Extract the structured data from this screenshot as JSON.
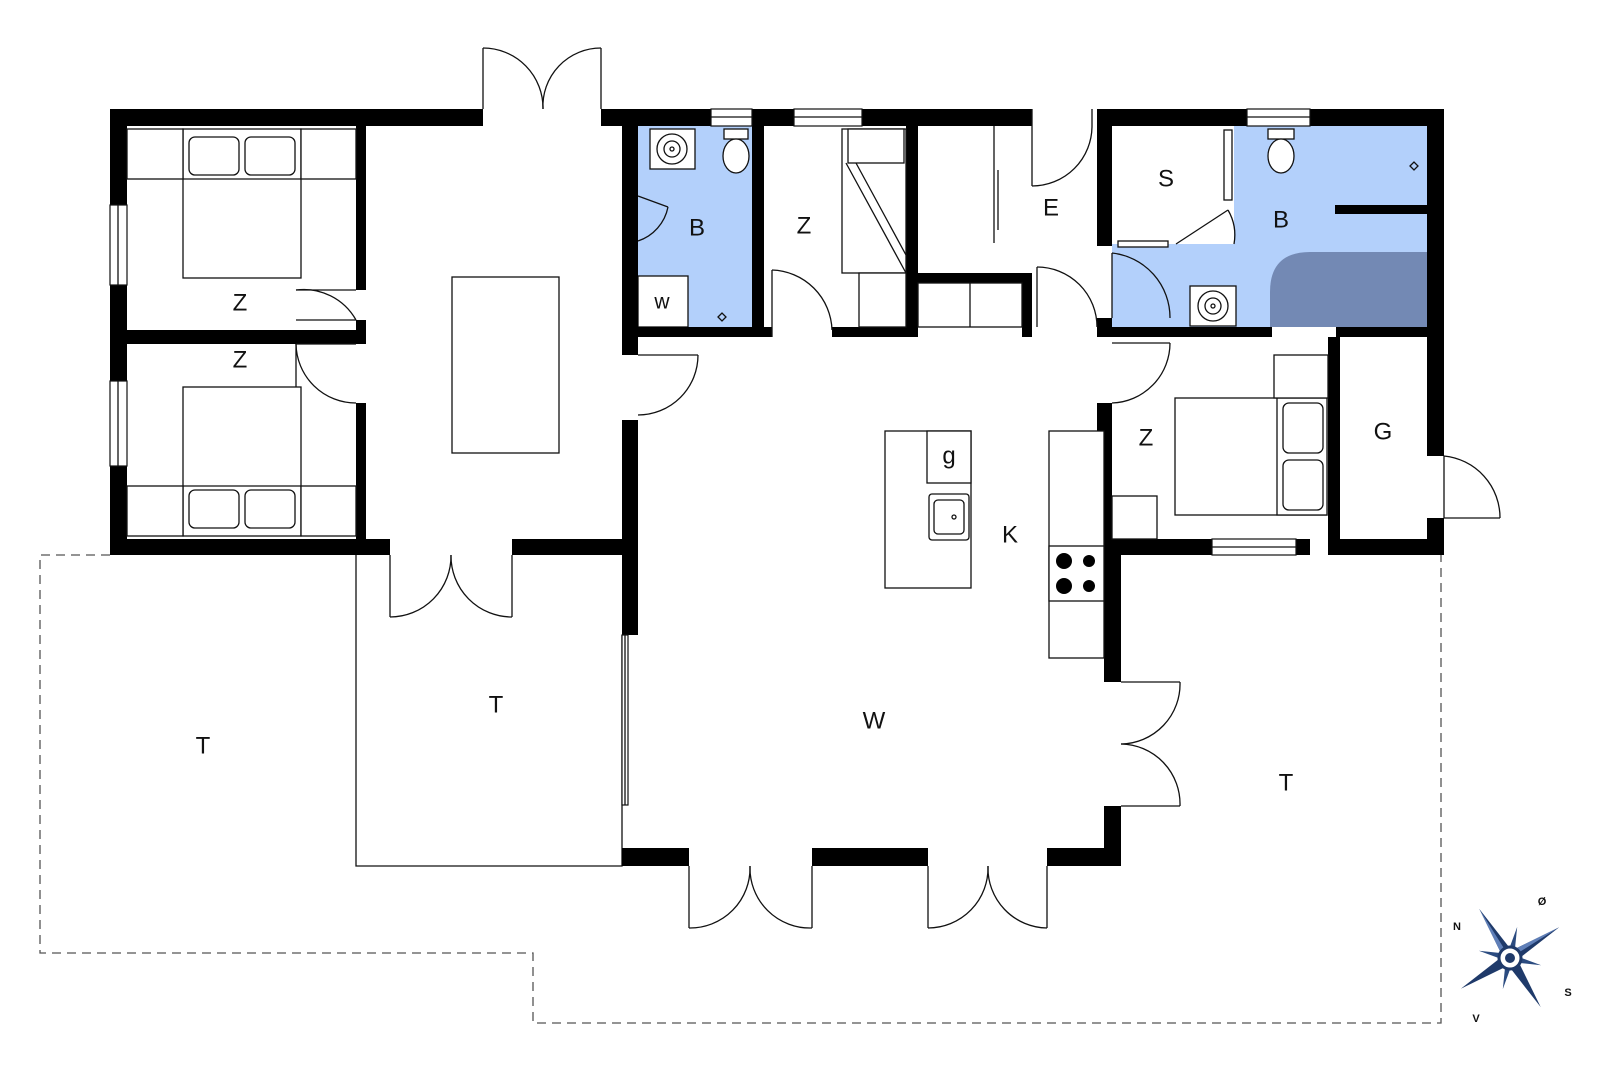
{
  "plan": {
    "rooms": {
      "bedroom_nw": "Z",
      "bedroom_w": "Z",
      "bath_1": "B",
      "washer": "w",
      "bedroom_bunk": "Z",
      "entrance": "E",
      "sauna": "S",
      "bath_2": "B",
      "bedroom_e": "Z",
      "storage": "G",
      "kitchen": "K",
      "dishwasher": "g",
      "living": "W",
      "terrace_west": "T",
      "terrace_mid": "T",
      "terrace_east": "T"
    },
    "compass": {
      "n": "N",
      "o": "Ø",
      "s": "S",
      "v": "V"
    },
    "colors": {
      "wet_room": "#b3d0fb",
      "tub": "#7389b4",
      "wall": "#000000"
    }
  }
}
